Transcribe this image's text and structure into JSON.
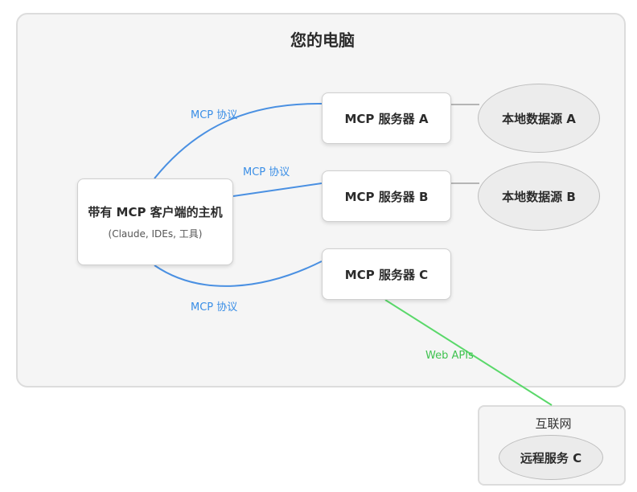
{
  "computer": {
    "title": "您的电脑"
  },
  "host": {
    "title": "带有 MCP 客户端的主机",
    "subtitle": "(Claude, IDEs, 工具)"
  },
  "servers": [
    {
      "label": "MCP 服务器 A"
    },
    {
      "label": "MCP 服务器 B"
    },
    {
      "label": "MCP 服务器 C"
    }
  ],
  "data_sources": [
    {
      "label": "本地数据源 A"
    },
    {
      "label": "本地数据源 B"
    }
  ],
  "edges": {
    "protocol_a": "MCP 协议",
    "protocol_b": "MCP 协议",
    "protocol_c": "MCP 协议",
    "web_apis": "Web APIs"
  },
  "internet": {
    "title": "互联网",
    "remote_service": "远程服务 C"
  },
  "colors": {
    "protocol_line": "#4a90e2",
    "web_line": "#5ad86a",
    "local_line": "#b5b5b5",
    "region_fill": "#f5f5f5"
  }
}
